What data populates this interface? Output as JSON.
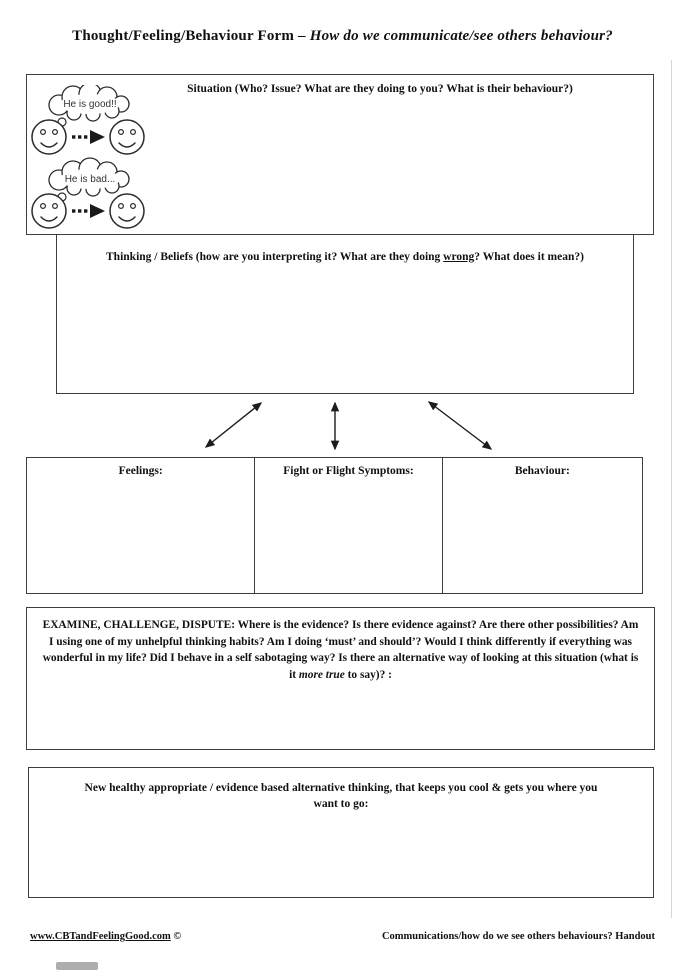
{
  "colors": {
    "border": "#3d3d3d",
    "text": "#111111",
    "background": "#ffffff",
    "ink": "#2b2b2b"
  },
  "icons": {
    "thought-bubble": "cloud outline with trailing puffs",
    "smiley-face": "circle face, two round eyes, smile arc",
    "dotted-arrow": "three dots with solid arrowhead pointing right",
    "double-headed-arrow": "line with arrowheads on both ends"
  },
  "title": {
    "main": "Thought/Feeling/Behaviour Form – ",
    "italic": "How do we communicate/see others behaviour?"
  },
  "situation": {
    "heading": "Situation (Who? Issue? What are they doing to you? What is their behaviour?)",
    "bubbles": {
      "good": "He is good!!",
      "bad": "He is bad..."
    }
  },
  "thinking": {
    "pre": "Thinking / Beliefs (how are you interpreting it? What are they doing ",
    "underlined": "wrong",
    "post": "? What does it mean?)"
  },
  "table": {
    "headers": [
      "Feelings:",
      "Fight or Flight Symptoms:",
      "Behaviour:"
    ]
  },
  "examine": {
    "pre": "EXAMINE, CHALLENGE, DISPUTE: Where is the evidence? Is there evidence against? Are there other possibilities? Am I using one of my unhelpful thinking habits? Am I doing ‘must’ and should’? Would I think differently if everything was wonderful in my life? Did I behave in a self sabotaging way? Is there an alternative way of looking at this situation (what is it ",
    "italic": "more true",
    "post": " to say)? :"
  },
  "healthy": {
    "heading": "New healthy appropriate / evidence based alternative thinking, that keeps you cool & gets you where you want to go:"
  },
  "footer": {
    "link": "www.CBTandFeelingGood.com",
    "copyright": " ©",
    "right": "Communications/how do we see others behaviours? Handout"
  }
}
